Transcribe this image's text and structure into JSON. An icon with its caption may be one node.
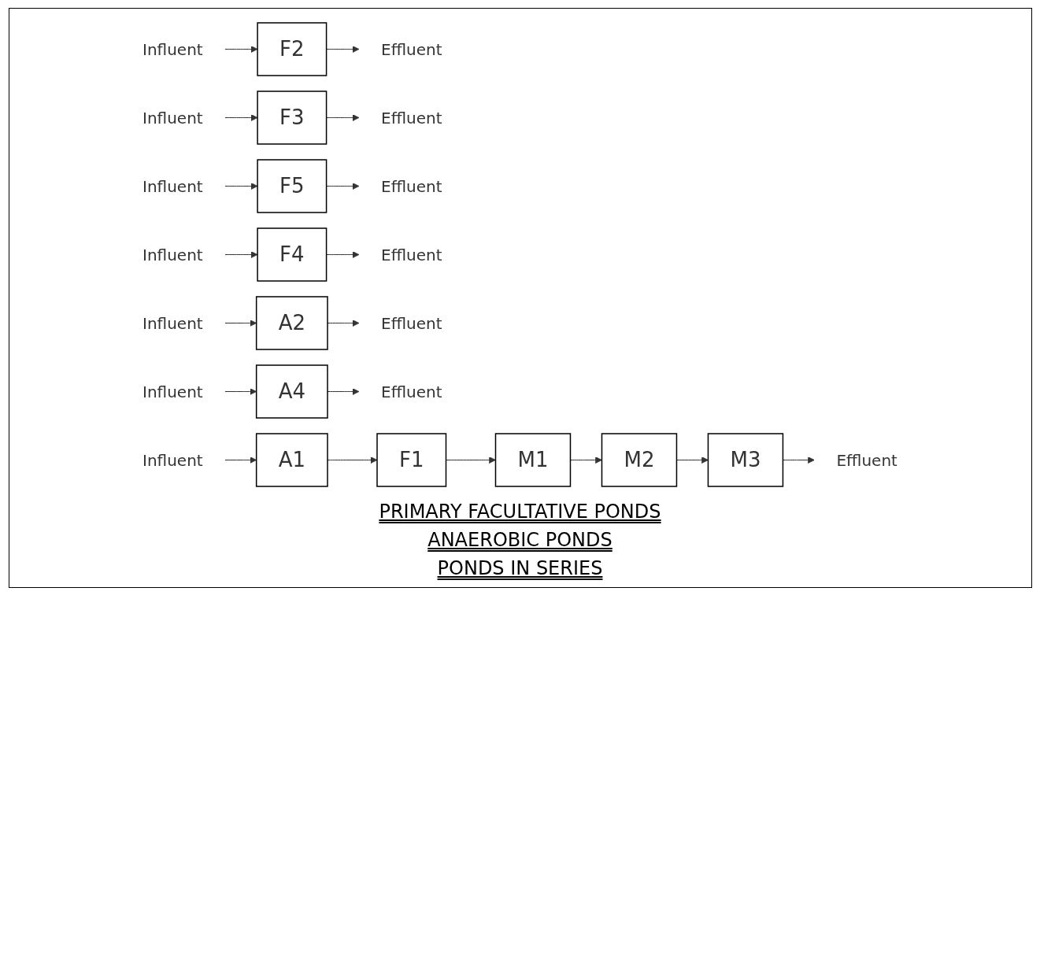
{
  "diagram": {
    "nodes": [
      {
        "text": [
          "Influent"
        ]
      },
      {
        "text": [
          "F2"
        ]
      },
      {
        "text": [
          "Effluent"
        ]
      },
      {
        "text": [
          "Influent"
        ]
      },
      {
        "text": [
          "F3"
        ]
      },
      {
        "text": [
          "Effluent"
        ]
      },
      {
        "text": [
          "Influent"
        ]
      },
      {
        "text": [
          "F5"
        ]
      },
      {
        "text": [
          "Effluent"
        ]
      },
      {
        "text": [
          "Influent"
        ]
      },
      {
        "text": [
          "F4"
        ]
      },
      {
        "text": [
          "Effluent"
        ]
      },
      {
        "text": [
          "Influent"
        ]
      },
      {
        "text": [
          "A2"
        ]
      },
      {
        "text": [
          "Effluent"
        ]
      },
      {
        "text": [
          "Influent"
        ]
      },
      {
        "text": [
          "A4"
        ]
      },
      {
        "text": [
          "Effluent"
        ]
      },
      {
        "text": [
          "Influent"
        ]
      },
      {
        "text": [
          "A1"
        ]
      },
      {
        "text": [
          "F1"
        ]
      },
      {
        "text": [
          "M1"
        ]
      },
      {
        "text": [
          "M2"
        ]
      },
      {
        "text": [
          "M3"
        ]
      },
      {
        "text": [
          "Effluent"
        ]
      }
    ],
    "edges": [
      {
        "from": 0,
        "to": 1,
        "arrow": "to"
      },
      {
        "from": 1,
        "to": 2,
        "arrow": "to"
      },
      {
        "from": 3,
        "to": 4,
        "arrow": "to"
      },
      {
        "from": 4,
        "to": 5,
        "arrow": "to"
      },
      {
        "from": 6,
        "to": 7,
        "arrow": "to"
      },
      {
        "from": 7,
        "to": 8,
        "arrow": "to"
      },
      {
        "from": 9,
        "to": 10,
        "arrow": "to"
      },
      {
        "from": 10,
        "to": 11,
        "arrow": "to"
      },
      {
        "from": 12,
        "to": 13,
        "arrow": "to"
      },
      {
        "from": 13,
        "to": 14,
        "arrow": "to"
      },
      {
        "from": 15,
        "to": 16,
        "arrow": "to"
      },
      {
        "from": 16,
        "to": 17,
        "arrow": "to"
      },
      {
        "from": 18,
        "to": 19,
        "arrow": "to"
      },
      {
        "from": 19,
        "to": 20,
        "arrow": "to"
      },
      {
        "from": 20,
        "to": 21,
        "arrow": "to"
      },
      {
        "from": 21,
        "to": 22,
        "arrow": "to"
      },
      {
        "from": 22,
        "to": 23,
        "arrow": "to"
      },
      {
        "from": 23,
        "to": 24,
        "arrow": "to"
      }
    ],
    "labels": [
      "PRIMARY FACULTATIVE PONDS",
      "ANAEROBIC PONDS",
      "PONDS IN SERIES"
    ]
  }
}
